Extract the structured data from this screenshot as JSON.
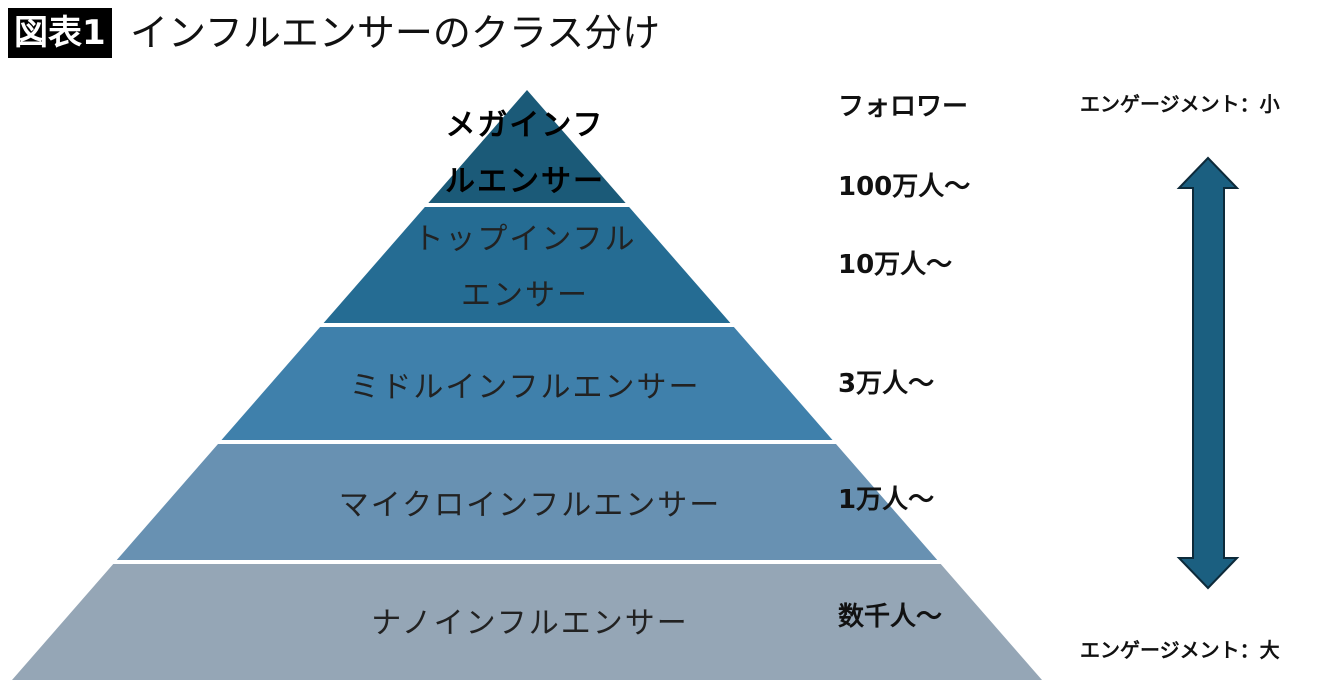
{
  "header": {
    "badge": "図表1",
    "title": "インフルエンサーのクラス分け"
  },
  "pyramid": {
    "tiers": [
      {
        "label_line1": "メガインフ",
        "label_line2": "ルエンサー",
        "followers": "100万人～",
        "color": "#1b5a78"
      },
      {
        "label_line1": "トップインフル",
        "label_line2": "エンサー",
        "followers": "10万人～",
        "color": "#256c93"
      },
      {
        "label_line1": "ミドルインフルエンサー",
        "followers": "3万人～",
        "color": "#3f80ab"
      },
      {
        "label_line1": "マイクロインフルエンサー",
        "followers": "1万人～",
        "color": "#6891b2"
      },
      {
        "label_line1": "ナノインフルエンサー",
        "followers": "数千人～",
        "color": "#95a6b6"
      }
    ]
  },
  "followers_header": "フォロワー",
  "engagement": {
    "top": "エンゲージメント：小",
    "bottom": "エンゲージメント：大",
    "arrow_color": "#1b5f80"
  }
}
